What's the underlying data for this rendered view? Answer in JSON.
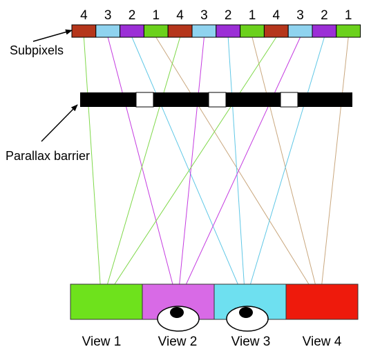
{
  "diagram": {
    "subpixel_numbers": [
      "4",
      "3",
      "2",
      "1",
      "4",
      "3",
      "2",
      "1",
      "4",
      "3",
      "2",
      "1"
    ],
    "subpixel_colors": [
      "#b5361b",
      "#8fd3ef",
      "#9b2fd6",
      "#6bd11c"
    ],
    "labels": {
      "subpixels": "Subpixels",
      "barrier": "Parallax barrier"
    },
    "views": [
      {
        "label": "View 1",
        "color": "#6ee21c",
        "ray_color": "#7fd84a"
      },
      {
        "label": "View 2",
        "color": "#d86ae6",
        "ray_color": "#c43ae0"
      },
      {
        "label": "View 3",
        "color": "#6ee0f0",
        "ray_color": "#5fc7e6"
      },
      {
        "label": "View 4",
        "color": "#ee1a0c",
        "ray_color": "#c9a77e"
      }
    ]
  }
}
